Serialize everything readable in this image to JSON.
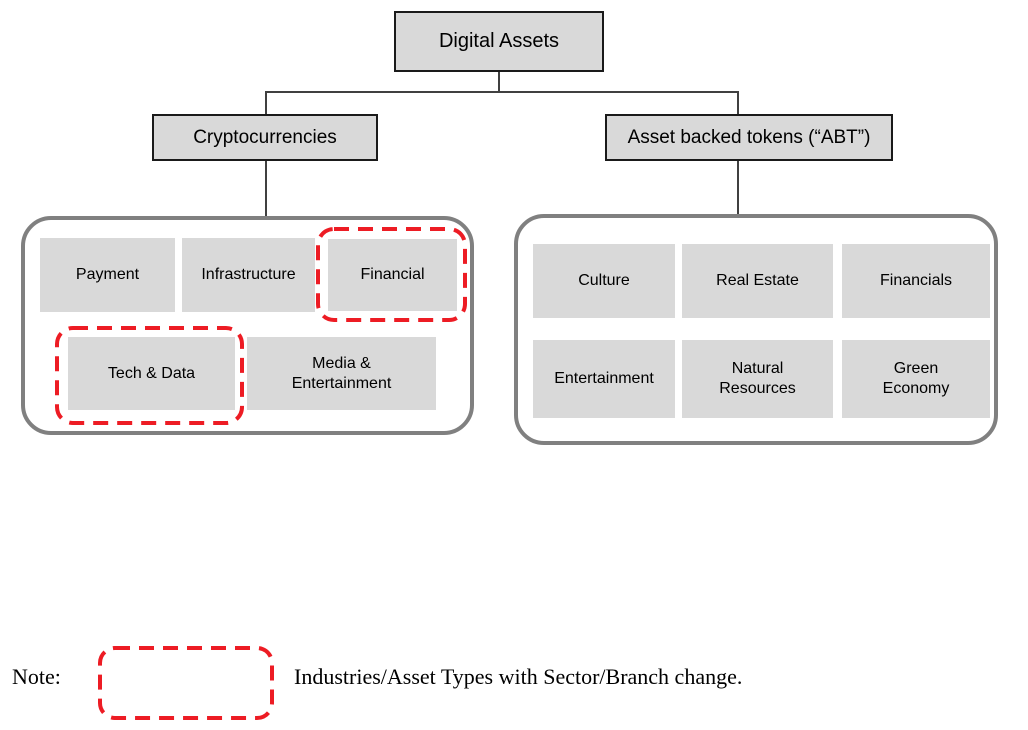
{
  "colors": {
    "box_fill": "#d9d9d9",
    "node_border": "#1a1a1a",
    "container_border": "#808080",
    "connector": "#404040",
    "highlight_red": "#ed1c24"
  },
  "tree": {
    "root": {
      "label": "Digital Assets"
    },
    "branches": [
      {
        "label": "Cryptocurrencies",
        "items": [
          {
            "label": "Payment",
            "highlighted": false
          },
          {
            "label": "Infrastructure",
            "highlighted": false
          },
          {
            "label": "Financial",
            "highlighted": true
          },
          {
            "label": "Tech & Data",
            "highlighted": true
          },
          {
            "label": "Media & Entertainment",
            "highlighted": false
          }
        ]
      },
      {
        "label": "Asset backed tokens (“ABT”)",
        "items": [
          {
            "label": "Culture",
            "highlighted": false
          },
          {
            "label": "Real Estate",
            "highlighted": false
          },
          {
            "label": "Financials",
            "highlighted": false
          },
          {
            "label": "Entertainment",
            "highlighted": false
          },
          {
            "label": "Natural Resources",
            "highlighted": false
          },
          {
            "label": "Green Economy",
            "highlighted": false
          }
        ]
      }
    ]
  },
  "note": {
    "label": "Note:",
    "legend_meaning": "Industries/Asset Types with Sector/Branch change."
  }
}
